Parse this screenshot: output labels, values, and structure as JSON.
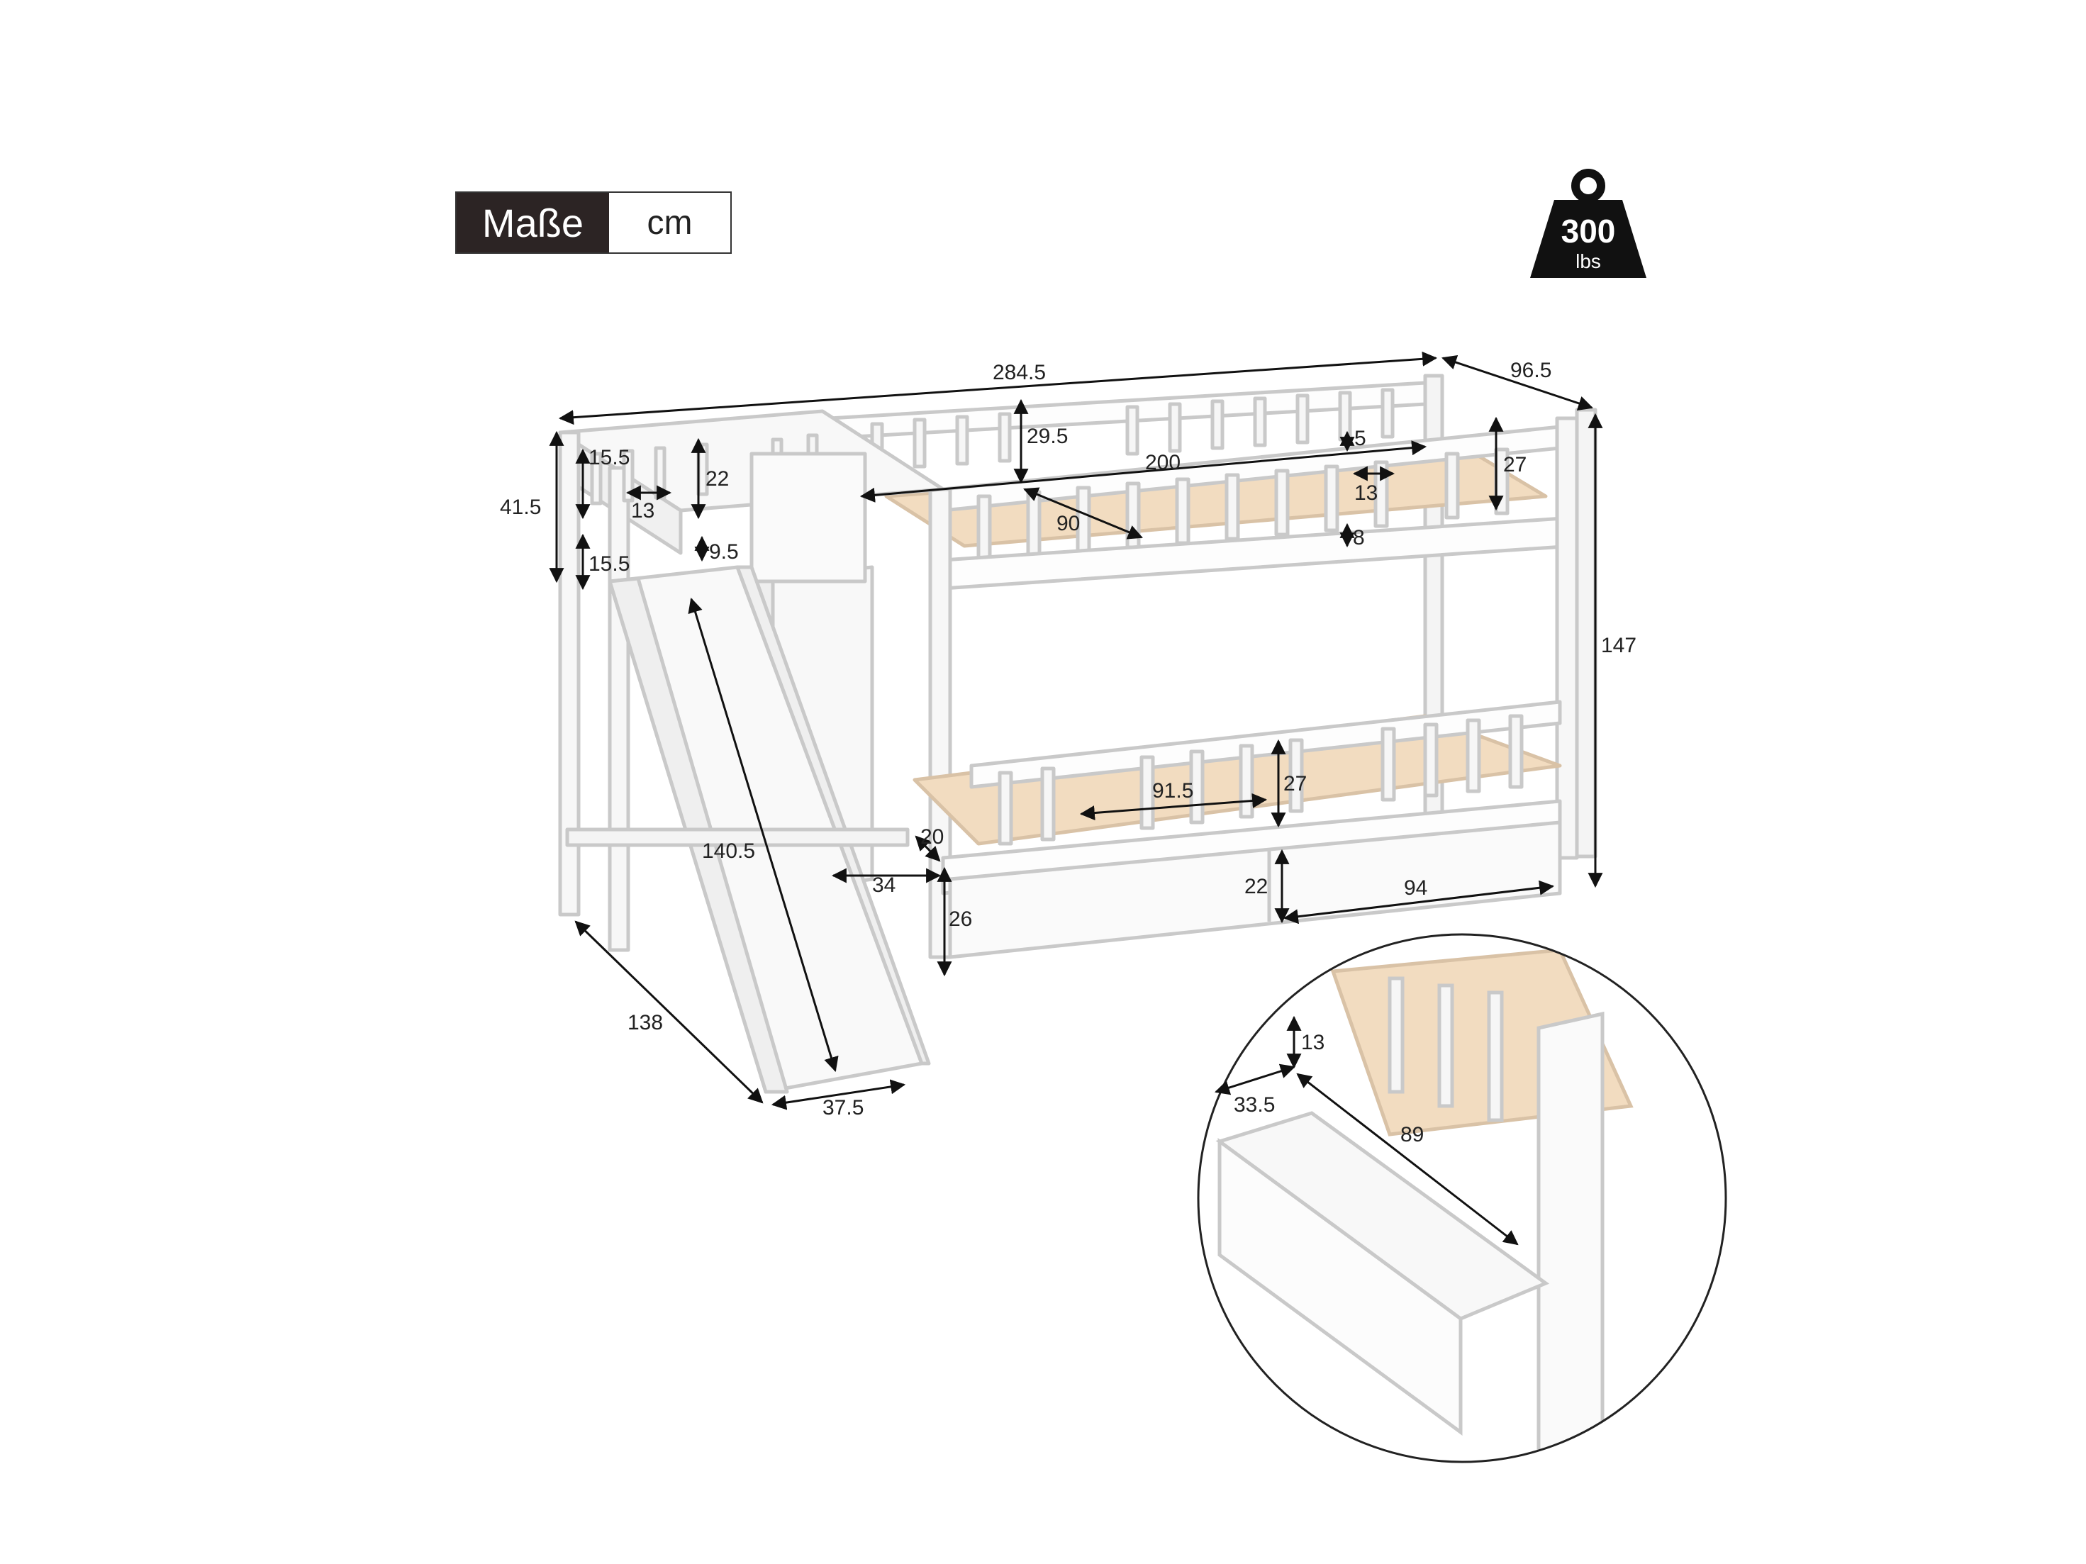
{
  "header": {
    "label": "Maße",
    "unit": "cm"
  },
  "weight": {
    "value": "300",
    "unit": "lbs"
  },
  "dimensions": {
    "total_length": "284.5",
    "depth": "96.5",
    "height": "147",
    "platform_height": "41.5",
    "platform_rail_top": "15.5",
    "platform_rail_bottom": "15.5",
    "platform_post_spacing": "13",
    "platform_rail_height": "22",
    "platform_gap": "9.5",
    "upper_rail_height": "29.5",
    "mattress_length": "200",
    "mattress_width": "90",
    "upper_rail_gap": "5",
    "upper_slat_spacing": "13",
    "upper_guard_height": "27",
    "upper_board": "8",
    "slide_length": "140.5",
    "slide_run": "138",
    "slide_width": "37.5",
    "step_depth": "34",
    "step_height": "20",
    "drawer_height": "26",
    "lower_opening": "91.5",
    "lower_guard_height": "27",
    "lower_clearance": "22",
    "drawer_length": "94"
  },
  "detail": {
    "drawer_depth": "33.5",
    "drawer_front": "13",
    "drawer_length": "89"
  }
}
